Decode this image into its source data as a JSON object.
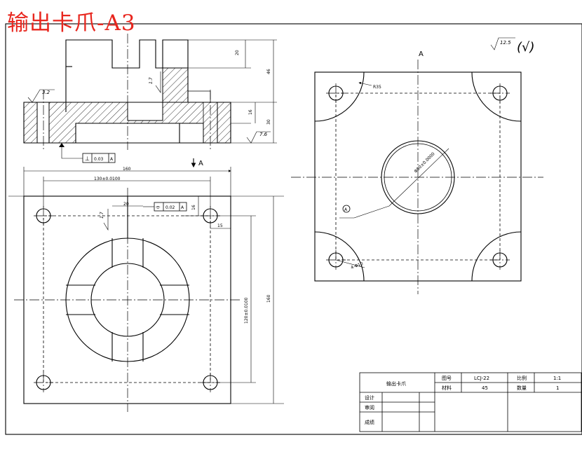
{
  "title": "输出卡爪-A3",
  "section_label": "A",
  "view_label": "A",
  "roughness": {
    "general": "12.5",
    "general_note": "(√)",
    "top_left": "3.2",
    "center_web": "1.7",
    "bottom_right": "7.6",
    "plan_slot": "1.7"
  },
  "tolerance_frames": {
    "perpendicularity": {
      "symbol": "⊥",
      "value": "0.03",
      "datum": "A"
    },
    "symmetry": {
      "symbol": "⌯",
      "value": "0.02",
      "datum": "A"
    },
    "datum_bubble": "A"
  },
  "dimensions": {
    "side_top": "20",
    "side_total": "46",
    "side_flange": "16",
    "side_lower": "30",
    "plan_overall_width": "160",
    "plan_hole_spacing_x": "130±0.0100",
    "plan_slot_width": "20",
    "plan_slot_depth": "16",
    "plan_hole_offset": "15",
    "plan_hole_spacing_y": "120±0.0100",
    "plan_overall_height": "160",
    "view_radius": "R35",
    "view_bore": "Φ80±0.0000",
    "view_hole": "4-Φ10"
  },
  "title_block": {
    "part_name": "输出卡爪",
    "drawing_no_label": "图号",
    "drawing_no": "LCJ-22",
    "scale_label": "比例",
    "scale": "1:1",
    "material_label": "材料",
    "material": "45",
    "quantity_label": "数量",
    "quantity": "1",
    "designer_label": "设计",
    "reviewer_label": "审阅",
    "score_label": "成绩"
  }
}
